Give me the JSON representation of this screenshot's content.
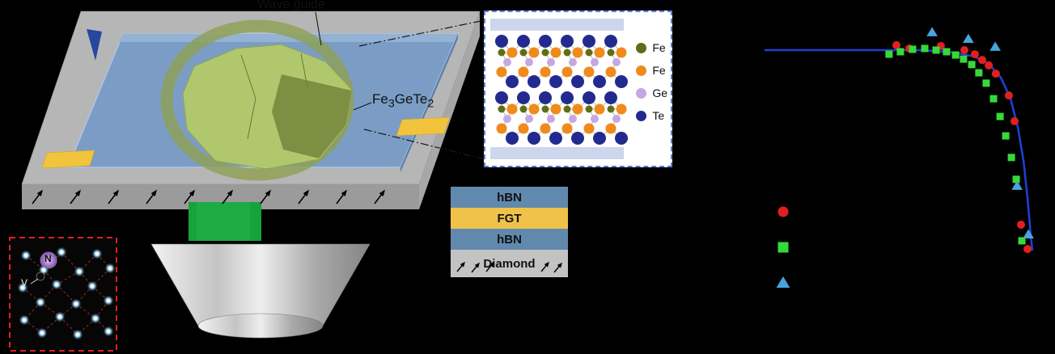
{
  "panel_a": {
    "waveguide_label": "Wave guide",
    "material_label": {
      "base1": "Fe",
      "sub1": "3",
      "base2": "GeTe",
      "sub2": "2"
    },
    "nv_inset": {
      "nitrogen_label": "N",
      "vacancy_label": "V"
    }
  },
  "crystal_box": {
    "hbn_bar_color": "#ccd7ee",
    "legend": [
      {
        "label": "Fe",
        "color": "#5f6e16"
      },
      {
        "label": "Fe",
        "color": "#f08a1d"
      },
      {
        "label": "Ge",
        "color": "#c7a7e3"
      },
      {
        "label": "Te",
        "color": "#232a8f"
      }
    ]
  },
  "stack": {
    "layers": [
      {
        "label": "hBN",
        "color": "#6189ad"
      },
      {
        "label": "FGT",
        "color": "#f0c24a"
      },
      {
        "label": "hBN",
        "color": "#6189ad"
      },
      {
        "label": "Diamond",
        "color": "#c3c3c3"
      }
    ]
  },
  "chart_data": {
    "type": "scatter",
    "title": "",
    "xlabel": "",
    "ylabel": "",
    "axis_labels_visible": false,
    "x_units": "fraction of visible axis width",
    "y_units": "normalized signal",
    "xlim": [
      0,
      1
    ],
    "ylim": [
      0,
      1.2
    ],
    "fit_line": {
      "color": "#1f3fd4",
      "points": [
        [
          0.014,
          1.0
        ],
        [
          0.343,
          1.0
        ],
        [
          0.571,
          1.0
        ],
        [
          0.686,
          0.991
        ],
        [
          0.757,
          0.976
        ],
        [
          0.806,
          0.95
        ],
        [
          0.849,
          0.899
        ],
        [
          0.883,
          0.822
        ],
        [
          0.909,
          0.716
        ],
        [
          0.929,
          0.592
        ],
        [
          0.943,
          0.459
        ],
        [
          0.954,
          0.325
        ],
        [
          0.96,
          0.266
        ]
      ]
    },
    "series": [
      {
        "name": "red-circles",
        "marker": "circle",
        "color": "#e02020",
        "label": "",
        "points": [
          [
            0.48,
            1.018
          ],
          [
            0.526,
            1.006
          ],
          [
            0.637,
            1.015
          ],
          [
            0.72,
            1.0
          ],
          [
            0.757,
            0.985
          ],
          [
            0.783,
            0.964
          ],
          [
            0.806,
            0.944
          ],
          [
            0.831,
            0.914
          ],
          [
            0.877,
            0.834
          ],
          [
            0.897,
            0.74
          ],
          [
            0.92,
            0.361
          ],
          [
            0.943,
            0.272
          ]
        ]
      },
      {
        "name": "green-squares",
        "marker": "square",
        "color": "#35d939",
        "label": "",
        "points": [
          [
            0.454,
            0.985
          ],
          [
            0.494,
            0.994
          ],
          [
            0.537,
            1.003
          ],
          [
            0.58,
            1.006
          ],
          [
            0.62,
            1.0
          ],
          [
            0.657,
            0.994
          ],
          [
            0.689,
            0.982
          ],
          [
            0.717,
            0.967
          ],
          [
            0.746,
            0.947
          ],
          [
            0.771,
            0.917
          ],
          [
            0.797,
            0.879
          ],
          [
            0.823,
            0.822
          ],
          [
            0.846,
            0.757
          ],
          [
            0.866,
            0.686
          ],
          [
            0.886,
            0.607
          ],
          [
            0.903,
            0.527
          ],
          [
            0.923,
            0.302
          ]
        ]
      },
      {
        "name": "blue-triangles",
        "marker": "triangle",
        "color": "#4aa3dd",
        "label": "",
        "points": [
          [
            0.606,
            1.065
          ],
          [
            0.734,
            1.041
          ],
          [
            0.829,
            1.012
          ],
          [
            0.906,
            0.503
          ],
          [
            0.946,
            0.325
          ]
        ]
      }
    ],
    "legend_position": "left-middle"
  }
}
